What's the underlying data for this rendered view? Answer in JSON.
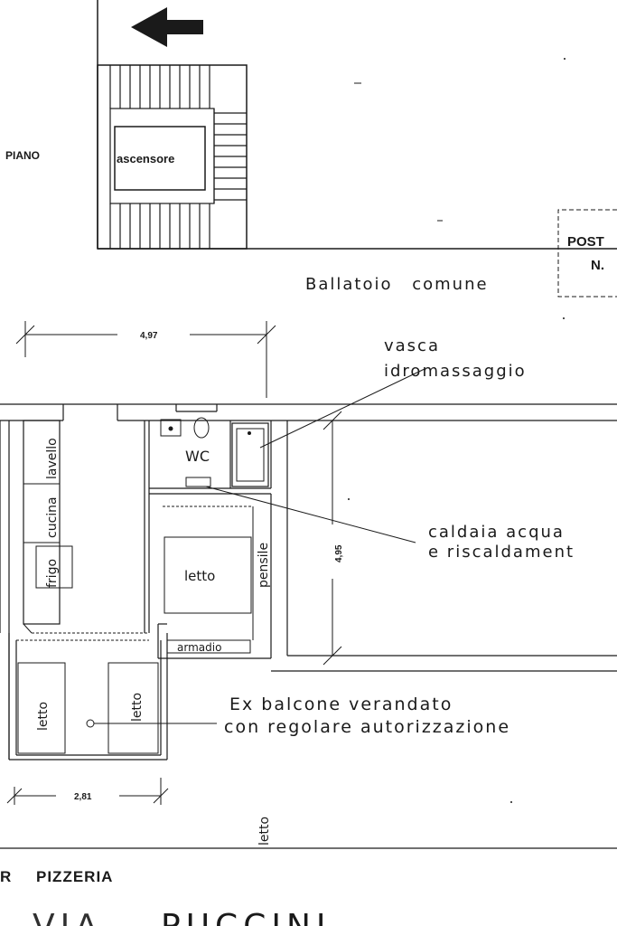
{
  "labels": {
    "piano": "PIANO",
    "ascensore": "ascensore",
    "ballatoio": "Ballatoio comune",
    "posto_line1": "POST",
    "posto_line2": "N.",
    "dim_width_top": "4,97",
    "dim_height_right": "4,95",
    "dim_width_bottom": "2,81",
    "vasca_line1": "vasca",
    "vasca_line2": "idromassaggio",
    "wc": "WC",
    "lavello": "lavello",
    "cucina": "cucina",
    "frigo": "frigo",
    "letto_center": "letto",
    "pensile": "pensile",
    "armadio": "armadio",
    "letto_left": "letto",
    "letto_mid": "letto",
    "letto_bottom": "letto",
    "caldaia_line1": "caldaia acqua",
    "caldaia_line2": "e riscaldament",
    "balcone_line1": "Ex balcone verandato",
    "balcone_line2": "con regolare autorizzazione",
    "pizzeria_prefix": "R",
    "pizzeria": "PIZZERIA",
    "via": "VIA",
    "street": "PUCCINI"
  },
  "icons": {
    "arrow": "arrow-left-icon",
    "toilet": "toilet-icon",
    "sink": "sink-icon",
    "bathtub": "bathtub-icon",
    "boiler": "boiler-icon",
    "stairs": "stairs-icon"
  }
}
